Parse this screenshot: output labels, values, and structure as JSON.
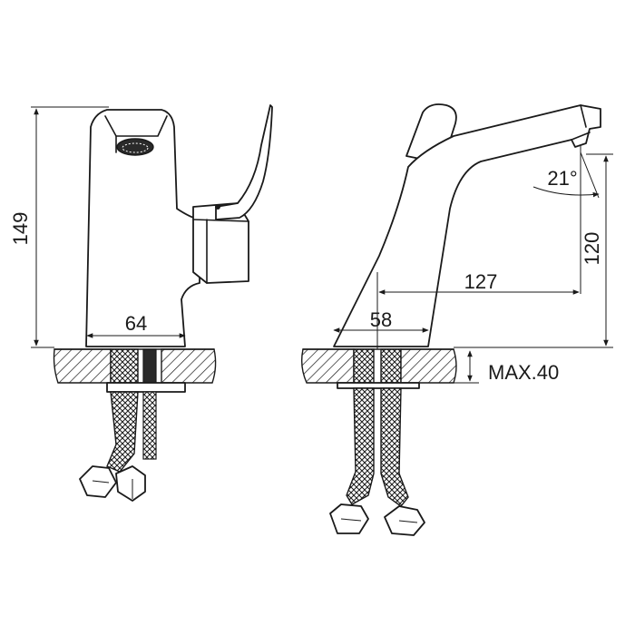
{
  "dimensions": {
    "height_total": "149",
    "base_width_front": "64",
    "base_width_side": "58",
    "spout_reach": "127",
    "spout_height": "120",
    "spout_angle": "21°",
    "max_deck_thickness": "MAX.40"
  },
  "colors": {
    "line": "#1a1a1a",
    "background": "#ffffff"
  }
}
